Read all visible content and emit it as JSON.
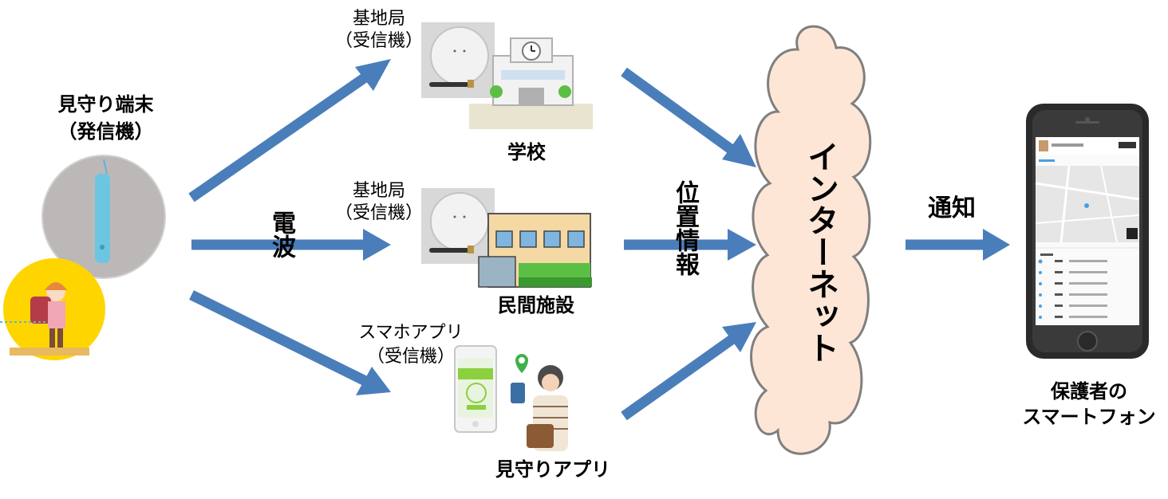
{
  "transmitter": {
    "title": "見守り端末",
    "sub": "（発信機）"
  },
  "radio_label": "電波",
  "base1": {
    "line1": "基地局",
    "line2": "（受信機）",
    "place": "学校"
  },
  "base2": {
    "line1": "基地局",
    "line2": "（受信機）",
    "place": "民間施設"
  },
  "app": {
    "line1": "スマホアプリ",
    "line2": "（受信機）",
    "name": "見守りアプリ"
  },
  "location_label": "位置情報",
  "internet_label": "インターネット",
  "notify_label": "通知",
  "receiver": {
    "line1": "保護者の",
    "line2": "スマートフォン"
  },
  "colors": {
    "arrow": "#4a7ebb",
    "cloud_fill": "#fde6d6",
    "cloud_stroke": "#7f7f7f",
    "badge": "#ffd500"
  }
}
